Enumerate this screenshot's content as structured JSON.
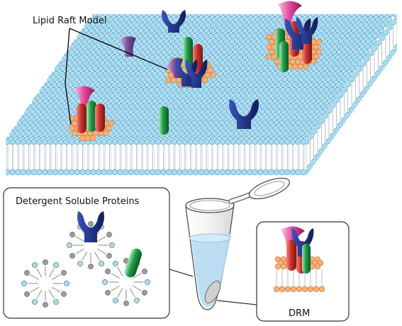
{
  "labels": {
    "lipid_raft_model": "Lipid Raft Model",
    "detergent_soluble_proteins": "Detergent Soluble Proteins",
    "drm": "DRM"
  },
  "colors": {
    "lipid_head": "#a9dcf2",
    "lipid_head_stroke": "#4d9cc4",
    "raft_head": "#f6b07a",
    "raft_head_stroke": "#d0762e",
    "gray_head": "#9c9c9c",
    "protein_navy": "#1c2f86",
    "protein_red": "#c8322e",
    "protein_green": "#1f9a46",
    "protein_pink": "#e0449c",
    "protein_purple": "#7b4f9e",
    "tube_liquid": "#b7dcf2"
  },
  "icons": [
    "y-shaped-receptor-icon",
    "transmembrane-protein-icon",
    "micelle-icon",
    "microcentrifuge-tube-icon"
  ]
}
